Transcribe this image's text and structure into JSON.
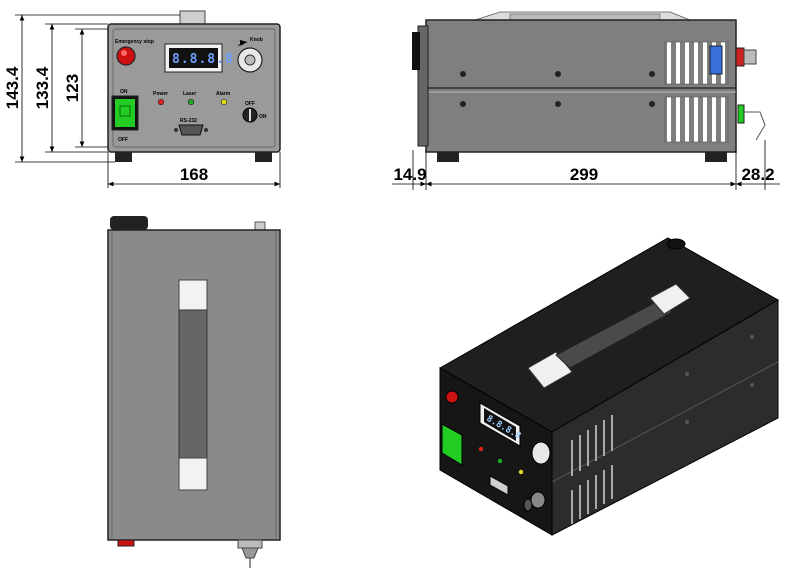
{
  "dimensions": {
    "overall_height": "143.4",
    "body_height": "133.4",
    "panel_height": "123",
    "width": "168",
    "front_offset": "14.9",
    "length": "299",
    "rear_offset": "28.2"
  },
  "panel": {
    "emergency_stop": "Emergency stop",
    "knob": "Knob",
    "power": "Power",
    "laser": "Laser",
    "alarm": "Alarm",
    "on_label": "ON",
    "off_label": "OFF",
    "key_off": "OFF",
    "key_on": "ON",
    "port": "RS-232",
    "display": "8.8.8.8"
  },
  "colors": {
    "enclosure": "#2a2a2a",
    "side_panel": "#808080",
    "top_panel": "#8a8a8a",
    "power_switch": "#22cc22",
    "emergency_button": "#cc1111",
    "display_digits": "#6aa0ff"
  }
}
